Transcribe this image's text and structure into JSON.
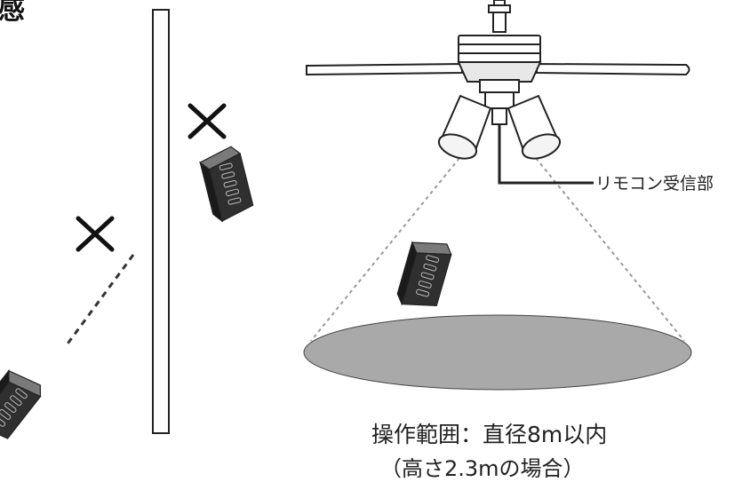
{
  "corner_text": "感",
  "receiver_label": "リモコン受信部",
  "caption": {
    "line1": "操作範囲：直径8m以内",
    "line2": "（高さ2.3mの場合）"
  },
  "invalid_marks": [
    "×",
    "×"
  ],
  "colors": {
    "ellipse_fill": "#a9a9a9",
    "line": "#222222",
    "dash": "#9a9a9a",
    "remote_body": "#2f2f2f",
    "remote_top": "#6e6e6e"
  },
  "icons": [
    "ceiling-fan-icon",
    "remote-control-icon",
    "cross-mark-icon",
    "wall-icon"
  ]
}
